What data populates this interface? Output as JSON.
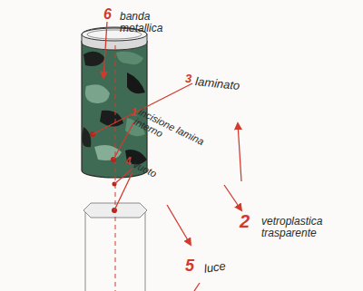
{
  "diagram": {
    "labels": [
      "6",
      "banda metallica",
      "3",
      "laminato",
      "1",
      "incisione lamina interno",
      "4",
      "vuoto",
      "2",
      "vetroplastica trasparente",
      "5",
      "luce"
    ]
  }
}
